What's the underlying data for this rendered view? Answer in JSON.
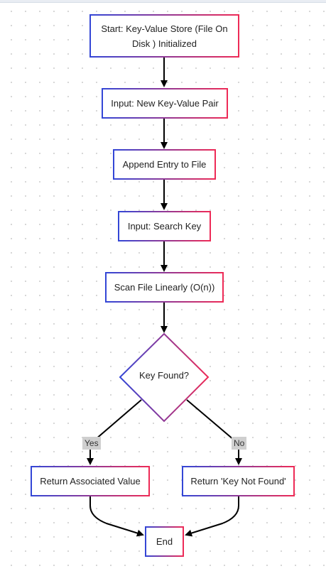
{
  "nodes": {
    "start": "Start: Key-Value Store (File On Disk ) Initialized",
    "input_pair": "Input: New Key-Value Pair",
    "append": "Append Entry to File",
    "input_search": "Input: Search Key",
    "scan": "Scan File Linearly (O(n))",
    "decision": "Key Found?",
    "return_value": "Return Associated Value",
    "not_found": "Return 'Key Not Found'",
    "end": "End"
  },
  "edges": {
    "yes": "Yes",
    "no": "No"
  },
  "colors": {
    "border_left": "#3346d6",
    "border_right": "#ee2a56",
    "arrow": "#000000",
    "edge_label_bg": "#cfcfcf"
  }
}
